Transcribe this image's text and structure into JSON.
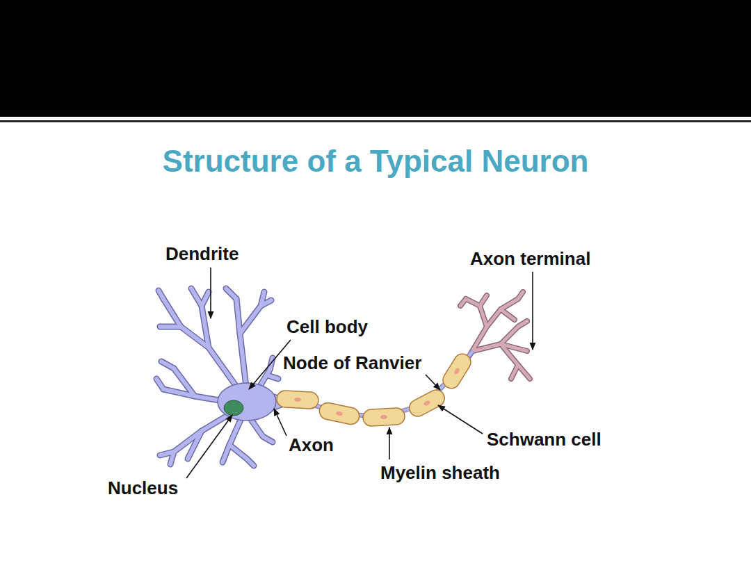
{
  "diagram": {
    "title": "Structure of a Typical Neuron",
    "labels": [
      "Dendrite",
      "Axon terminal",
      "Cell body",
      "Node of Ranvier",
      "Schwann cell",
      "Axon",
      "Myelin sheath",
      "Nucleus"
    ]
  }
}
